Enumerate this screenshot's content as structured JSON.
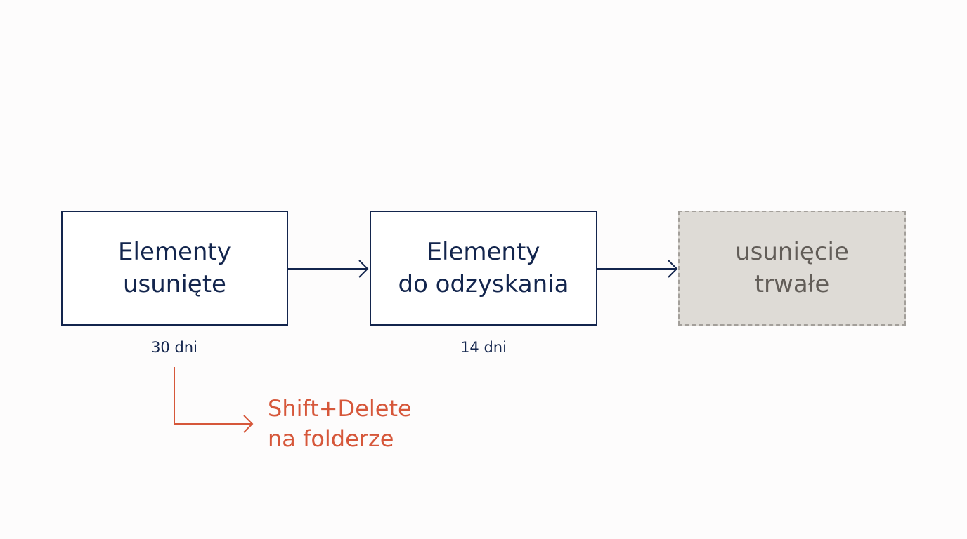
{
  "nodes": {
    "deleted_items": {
      "line1": "Elementy",
      "line2": "usunięte"
    },
    "recoverable_items": {
      "line1": "Elementy",
      "line2": "do odzyskania"
    },
    "permanent_deletion": {
      "line1": "usunięcie",
      "line2": "trwałe"
    }
  },
  "durations": {
    "deleted_items": "30 dni",
    "recoverable_items": "14 dni"
  },
  "shortcut_note": {
    "line1": "Shift+Delete",
    "line2": "na folderze"
  },
  "colors": {
    "primary": "#13254d",
    "accent": "#d6573a",
    "final_fill": "#dedbd6",
    "final_text": "#625d58",
    "final_border": "#a39f9a"
  }
}
